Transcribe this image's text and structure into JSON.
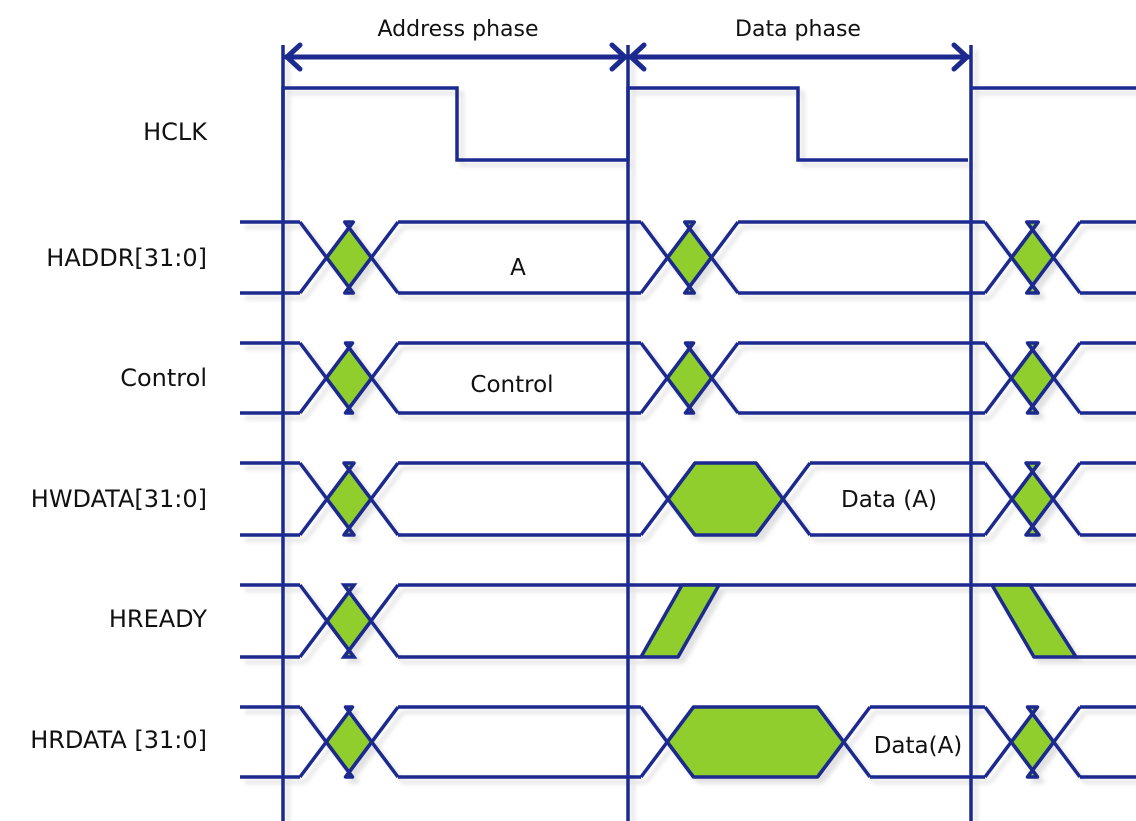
{
  "colors": {
    "line": "#1c2a8f",
    "fill": "#8fce2d",
    "shadow": "#c9c9c9",
    "text": "#111111",
    "background": "#ffffff"
  },
  "phases": {
    "address": "Address phase",
    "data": "Data phase"
  },
  "signals": {
    "hclk": "HCLK",
    "haddr": "HADDR[31:0]",
    "control": "Control",
    "hwdata": "HWDATA[31:0]",
    "hready": "HREADY",
    "hrdata": "HRDATA [31:0]"
  },
  "values": {
    "haddr_value": "A",
    "control_value": "Control",
    "hwdata_value": "Data (A)",
    "hrdata_value": "Data(A)"
  }
}
